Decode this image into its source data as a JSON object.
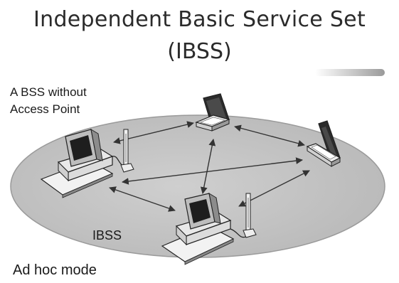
{
  "title": {
    "line1": "Independent Basic Service Set",
    "line2": "(IBSS)"
  },
  "labels": {
    "bss_note_line1": "A BSS without",
    "bss_note_line2": "Access Point",
    "ibss": "IBSS",
    "mode": "Ad hoc mode"
  },
  "icons": {
    "desktop": "desktop-computer-icon",
    "laptop": "laptop-icon",
    "antenna": "antenna-icon"
  },
  "colors": {
    "ellipse_fill": "#c4c4c4",
    "ellipse_edge": "#9a9a9a",
    "title_text": "#2b2b2b",
    "line": "#333333"
  }
}
